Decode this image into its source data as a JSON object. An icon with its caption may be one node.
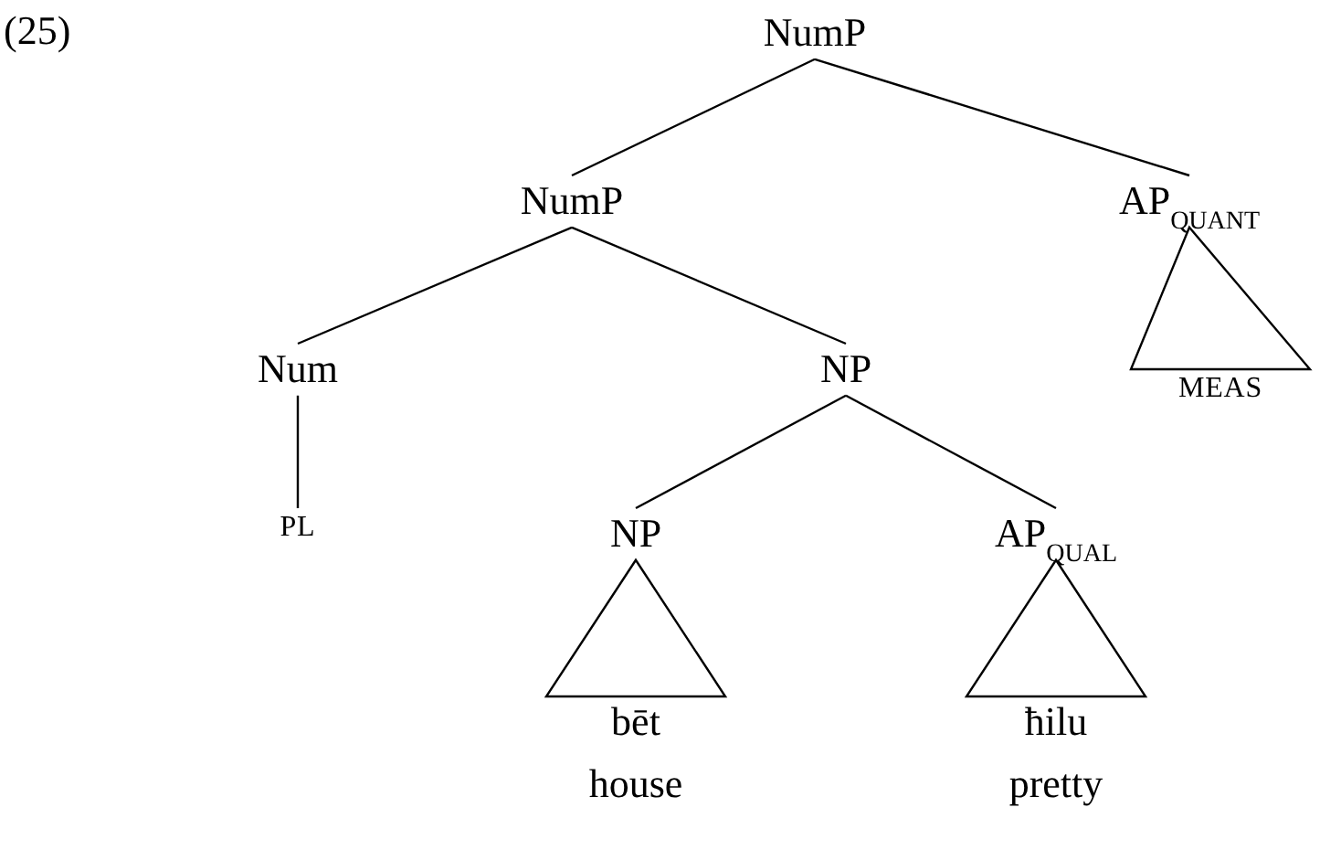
{
  "diagram": {
    "nodes": [
      {
        "text": [
          "NumP"
        ]
      },
      {
        "text": [
          "NumP"
        ]
      },
      {
        "text": [
          "AP$_{QUANT}$"
        ]
      },
      {
        "text": [
          "Num"
        ]
      },
      {
        "text": [
          "NP"
        ]
      },
      {
        "text": [
          "MEAS"
        ]
      },
      {
        "text": [
          "PL"
        ]
      },
      {
        "text": [
          "NP"
        ]
      },
      {
        "text": [
          "AP$_{QUAL}$"
        ]
      },
      {
        "text": [
          "bēt",
          "house"
        ]
      },
      {
        "text": [
          "ħilu",
          "pretty"
        ]
      }
    ],
    "edges": [
      {
        "from": 0,
        "to": 1,
        "arrow": "none"
      },
      {
        "from": 0,
        "to": 2,
        "arrow": "none"
      },
      {
        "from": 1,
        "to": 3,
        "arrow": "none"
      },
      {
        "from": 1,
        "to": 4,
        "arrow": "none"
      },
      {
        "from": 2,
        "to": 5,
        "arrow": "none"
      },
      {
        "from": 3,
        "to": 6,
        "arrow": "none"
      },
      {
        "from": 4,
        "to": 7,
        "arrow": "none"
      },
      {
        "from": 4,
        "to": 8,
        "arrow": "none"
      },
      {
        "from": 7,
        "to": 9,
        "arrow": "none"
      },
      {
        "from": 8,
        "to": 10,
        "arrow": "none"
      }
    ],
    "labels": [
      "(25)"
    ]
  }
}
